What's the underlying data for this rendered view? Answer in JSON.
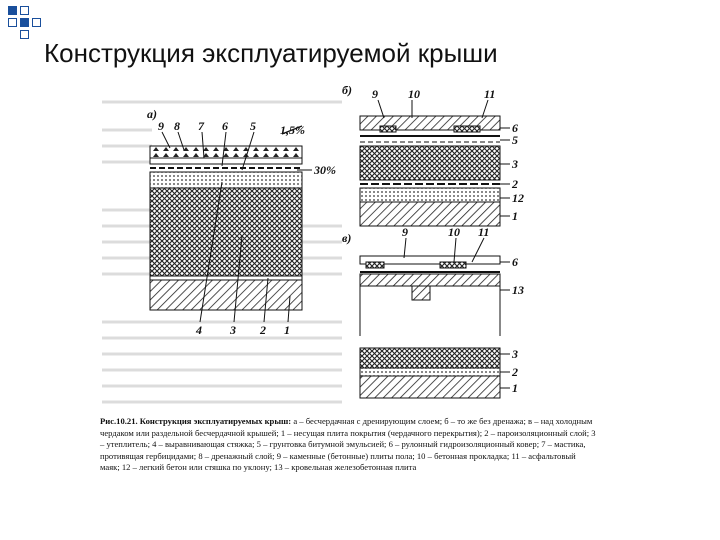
{
  "slide": {
    "title": "Конструкция эксплуатируемой крыши"
  },
  "figure": {
    "panel_a": "а)",
    "panel_b": "б)",
    "panel_c": "в)",
    "slope_roof": "1,5%",
    "slope_layer": "30%",
    "callouts_a": [
      "9",
      "8",
      "7",
      "6",
      "5",
      "4",
      "3",
      "2",
      "1"
    ],
    "callouts_b": [
      "9",
      "10",
      "11",
      "6",
      "5",
      "3",
      "2",
      "12",
      "1"
    ],
    "callouts_c": [
      "9",
      "10",
      "11",
      "6",
      "13",
      "3",
      "2",
      "1"
    ]
  },
  "caption": {
    "heading": "Рис.10.21. Конструкция эксплуатируемых крыш:",
    "body": "а – бесчердачная с дренирующим слоем; б – то же без дренажа; в – над холодным чердаком или раздельной бесчердачной крышей; 1 – несущая плита покрытия (чердачного перекрытия); 2 – пароизоляционный слой; 3 – утеплитель; 4 – выравнивающая стяжка; 5 – грунтовка битумной эмульсией; 6 – рулонный гидроизоляционный ковер; 7 – мастика, противящая гербицидами; 8 – дренажный слой; 9 – каменные (бетонные) плиты пола; 10 – бетонная прокладка; 11 – асфальтовый маяк; 12 – легкий бетон или стяшка по уклону; 13 – кровельная железобетонная плита"
  },
  "colors": {
    "accent_squares": "#1a4f9c",
    "ink": "#111111"
  }
}
